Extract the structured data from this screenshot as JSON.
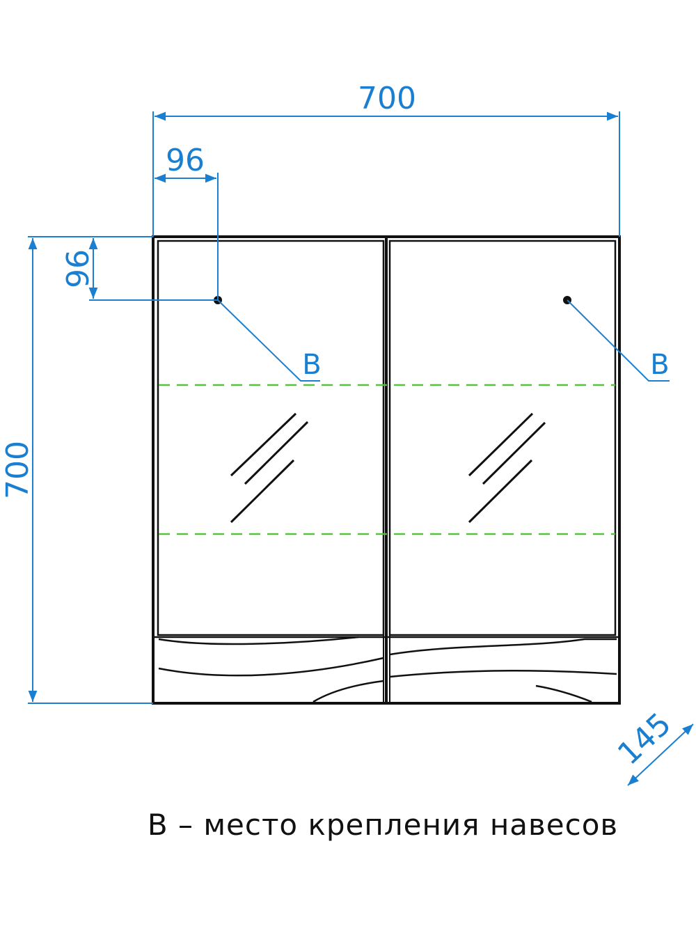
{
  "colors": {
    "outline": "#111111",
    "dimension": "#1a7fd0",
    "shelf": "#59c23c"
  },
  "dimensions": {
    "overall_width": "700",
    "overall_height": "700",
    "mount_offset_x": "96",
    "mount_offset_y": "96",
    "depth": "145"
  },
  "mounts": {
    "left_label": "В",
    "right_label": "В"
  },
  "legend": {
    "text": "В – место крепления навесов"
  }
}
